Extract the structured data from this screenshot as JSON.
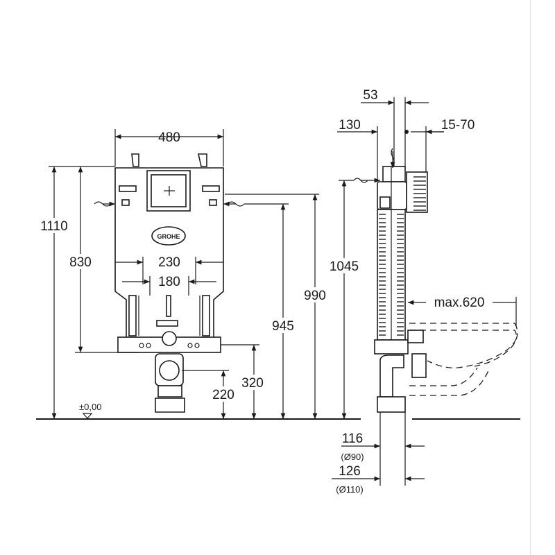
{
  "front_view": {
    "width_top": "480",
    "height_total": "1110",
    "height_830": "830",
    "spacing_230": "230",
    "spacing_180": "180",
    "height_990": "990",
    "height_945": "945",
    "height_320": "320",
    "height_220": "220",
    "floor_level": "±0,00",
    "brand_logo": "GROHE"
  },
  "side_view": {
    "depth_53": "53",
    "depth_130": "130",
    "range_15_70": "15-70",
    "height_1045": "1045",
    "max_620": "max.620",
    "pipe_116": "116",
    "pipe_116_dia": "(Ø90)",
    "pipe_126": "126",
    "pipe_126_dia": "(Ø110)"
  },
  "icons": [
    "water-inlet-icon",
    "floor-level-marker-icon",
    "flush-plate-icon"
  ]
}
